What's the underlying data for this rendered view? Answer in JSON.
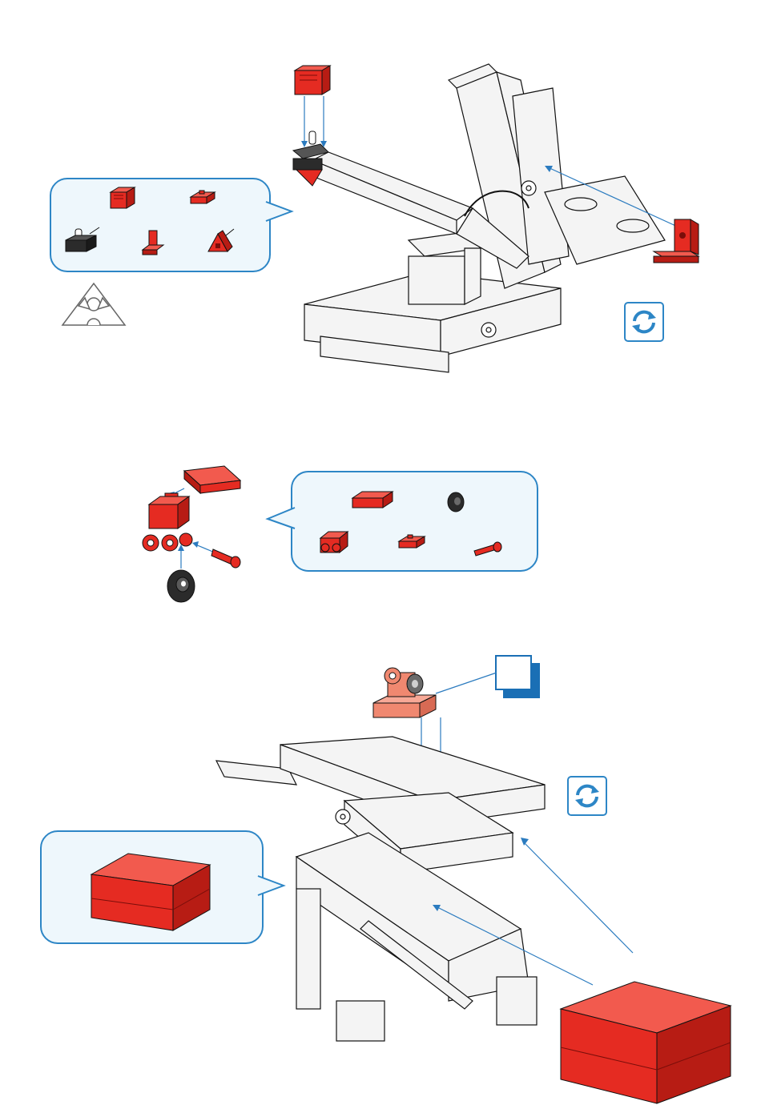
{
  "colors": {
    "accent_blue": "#2d86c6",
    "callout_fill": "#eef7fc",
    "part_red": "#e52b22",
    "part_red_dark": "#b71c14",
    "part_light_red": "#f08870",
    "part_black": "#2b2b2b",
    "outline": "#111111",
    "model_grey": "#f4f4f4",
    "arrow_blue": "#2b7bbf"
  },
  "step1": {
    "parts_in_callout": [
      "red-cube-block",
      "red-small-plate",
      "black-lamp-holder",
      "red-angle-bracket",
      "red-wedge-block"
    ],
    "icons": [
      "triangle-symbol-icon",
      "rotate-icon"
    ]
  },
  "step2": {
    "parts_in_callout": [
      "red-flat-plate",
      "black-wheel",
      "red-axle-holder",
      "red-small-plate",
      "red-axle-pin"
    ]
  },
  "step3": {
    "parts_in_callout": [
      "red-battery-box"
    ],
    "icons": [
      "sub-assembly-marker-icon",
      "rotate-icon"
    ]
  }
}
